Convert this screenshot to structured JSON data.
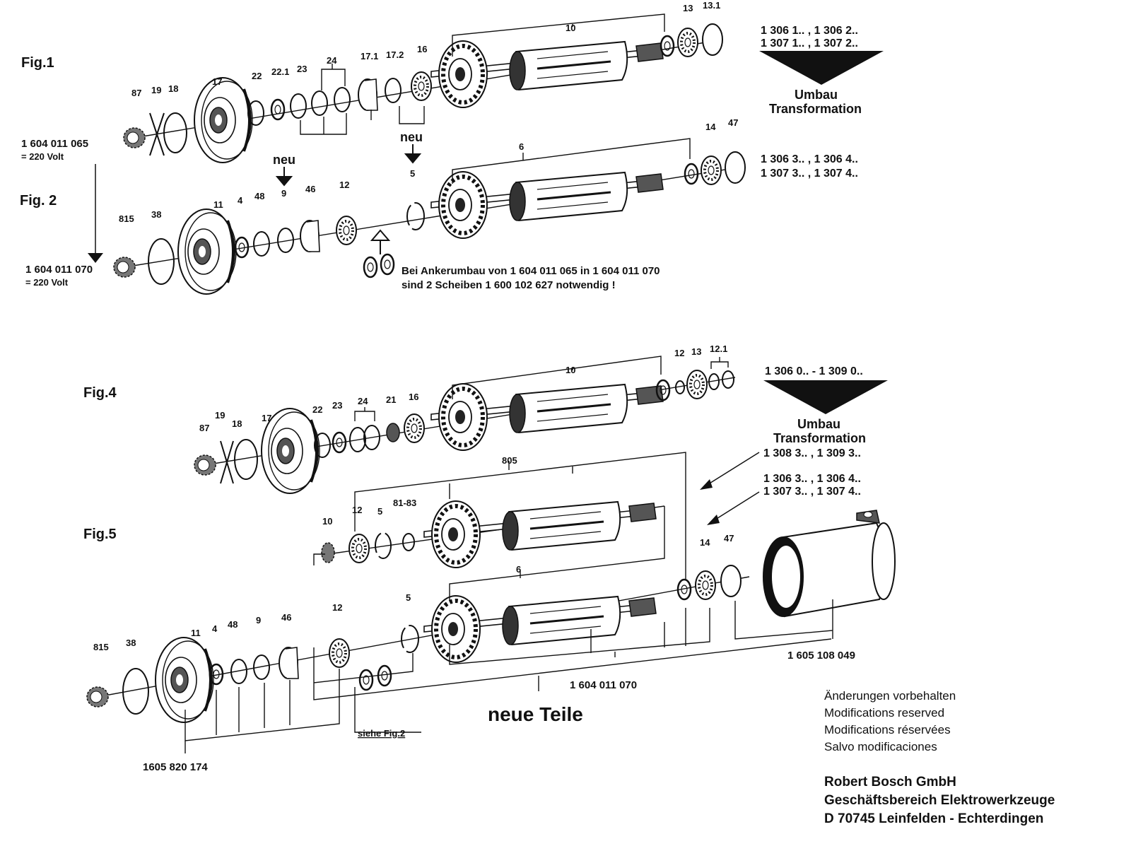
{
  "figures": {
    "fig1": "Fig.1",
    "fig2": "Fig. 2",
    "fig4": "Fig.4",
    "fig5": "Fig.5"
  },
  "fig1_labels": [
    "87",
    "19",
    "18",
    "17",
    "22",
    "22.1",
    "23",
    "24",
    "17.1",
    "17.2",
    "16",
    "10",
    "13",
    "13.1"
  ],
  "fig2_labels": [
    "815",
    "38",
    "11",
    "4",
    "48",
    "9",
    "46",
    "12",
    "5",
    "6",
    "14",
    "47"
  ],
  "fig4_labels": [
    "87",
    "19",
    "18",
    "17",
    "22",
    "23",
    "24",
    "21",
    "16",
    "10",
    "12",
    "13",
    "12.1"
  ],
  "fig5_top_labels": [
    "10",
    "12",
    "5",
    "81-83",
    "805"
  ],
  "fig5_bottom_labels": [
    "815",
    "38",
    "11",
    "4",
    "48",
    "9",
    "46",
    "12",
    "5",
    "6",
    "14",
    "47"
  ],
  "neu_label": "neu",
  "part_numbers": {
    "p1604011065": "1 604 011 065",
    "volt220a": "= 220  Volt",
    "p1604011070": "1 604 011 070",
    "volt220b": "= 220  Volt",
    "p1604011070_bottom": "1 604 011 070",
    "p1605108049": "1 605 108 049",
    "p1605820174": "1605 820 174"
  },
  "model_codes": {
    "top_a": "1 306 1.. , 1 306 2..",
    "top_b": "1 307 1.. , 1 307 2..",
    "mid_a": "1 306 3.. , 1 306 4..",
    "mid_b": "1 307 3.. , 1 307 4..",
    "fig4_range": "1 306 0.. - 1 309 0..",
    "fig4_a": "1 308 3.. , 1 309 3..",
    "fig4_b": "1 306 3.. , 1 306 4..",
    "fig4_c": "1 307 3.. , 1 307 4.."
  },
  "umbau": {
    "line1": "Umbau",
    "line2": "Transformation"
  },
  "note": {
    "line1": "Bei Ankerumbau von 1 604  011 065  in 1 604  011  070",
    "line2": "sind 2  Scheiben  1 600 102  627  notwendig !"
  },
  "siehe": "siehe Fig.2",
  "neue_teile": "neue Teile",
  "disclaimer": [
    "Änderungen vorbehalten",
    "Modifications reserved",
    "Modifications réservées",
    "Salvo modificaciones"
  ],
  "company": [
    "Robert Bosch GmbH",
    "Geschäftsbereich Elektrowerkzeuge",
    "D 70745 Leinfelden - Echterdingen"
  ]
}
